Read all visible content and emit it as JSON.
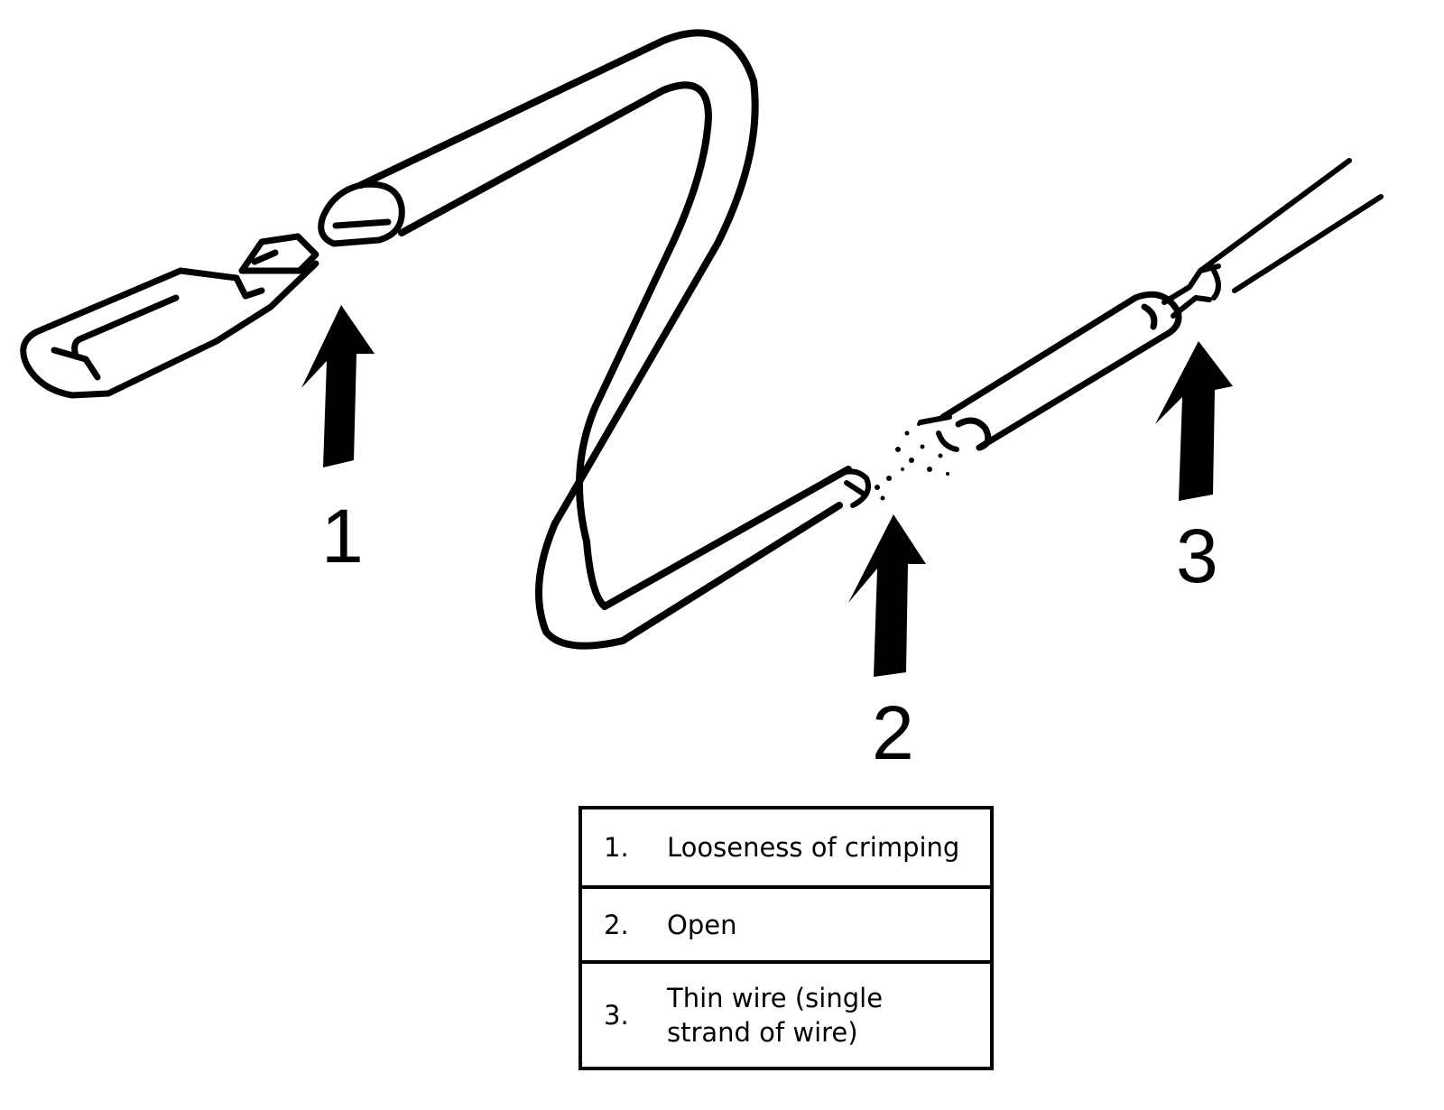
{
  "callouts": [
    "1",
    "2",
    "3"
  ],
  "legend": [
    {
      "index": "1.",
      "text": "Looseness of crimping"
    },
    {
      "index": "2.",
      "text": "Open"
    },
    {
      "index": "3.",
      "text": "Thin wire (single strand of wire)"
    }
  ],
  "colors": {
    "ink": "#000000",
    "background": "#ffffff"
  }
}
